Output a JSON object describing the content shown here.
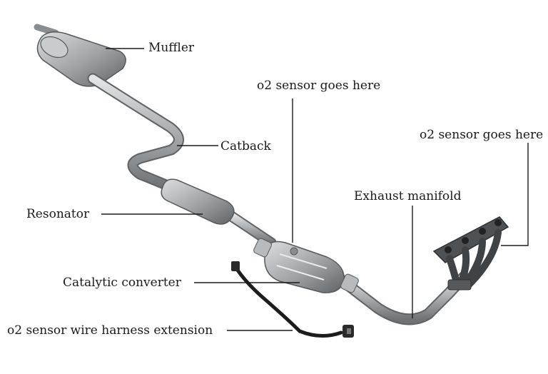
{
  "labels": {
    "muffler": "Muffler",
    "o2_sensor_top": "o2 sensor goes here",
    "catback": "Catback",
    "o2_sensor_right": "o2 sensor goes here",
    "exhaust_manifold": "Exhaust manifold",
    "resonator": "Resonator",
    "catalytic_converter": "Catalytic converter",
    "wire_harness": "o2 sensor wire harness extension"
  },
  "colors": {
    "pipe": "#a9acae",
    "pipe_dark": "#6f7376",
    "metal_light": "#d9dbdc",
    "leader": "#1a1a1a",
    "wire": "#1c1c1c"
  }
}
